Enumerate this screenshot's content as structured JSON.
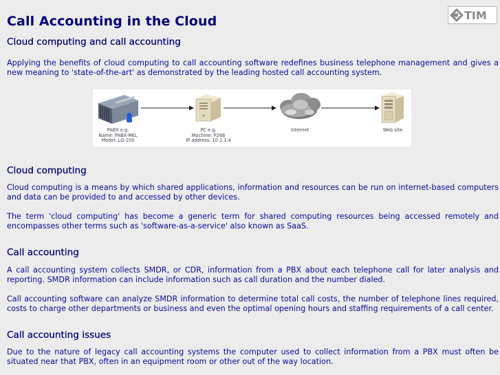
{
  "page": {
    "title": "Call Accounting in the Cloud",
    "logo_text": "TIM"
  },
  "intro": {
    "heading": "Cloud computing and call accounting",
    "body": "Applying the benefits of cloud computing to call accounting software redefines business telephone management and gives a new meaning to 'state-of-the-art' as demonstrated by the leading hosted call accounting system."
  },
  "diagram": {
    "nodes": [
      {
        "icon": "pabx-icon",
        "lines": [
          "PABX e.g.",
          "Name: PABX-MEL",
          "Model: LG-100"
        ]
      },
      {
        "icon": "pc-icon",
        "lines": [
          "PC e.g.",
          "Machine: P266",
          "IP address: 10.1.1.4"
        ]
      },
      {
        "icon": "cloud-icon",
        "lines": [
          "Internet"
        ]
      },
      {
        "icon": "server-icon",
        "lines": [
          "Web site"
        ]
      }
    ]
  },
  "sections": [
    {
      "heading": "Cloud computing",
      "paragraphs": [
        "Cloud computing is a means by which shared applications, information and resources can be run on internet-based computers and data can be provided to and accessed by other devices.",
        "The term 'cloud computing' has become a generic term for shared computing resources being accessed remotely and encompasses other terms such as 'software-as-a-service' also known as SaaS."
      ]
    },
    {
      "heading": "Call accounting",
      "paragraphs": [
        "A call accounting system collects SMDR, or CDR, information from a PBX about each telephone call for later analysis and reporting. SMDR information can include information such as call duration and the number dialed.",
        "Call accounting software can analyze SMDR information to determine total call costs, the number of telephone lines required, costs to charge other departments or business and even the optimal opening hours and staffing requirements of a call center."
      ]
    },
    {
      "heading": "Call accounting issues",
      "paragraphs": [
        "Due to the nature of legacy call accounting systems the computer used to collect information from a PBX must often be situated near that PBX, often in an equipment room or other out of the way location."
      ]
    }
  ]
}
